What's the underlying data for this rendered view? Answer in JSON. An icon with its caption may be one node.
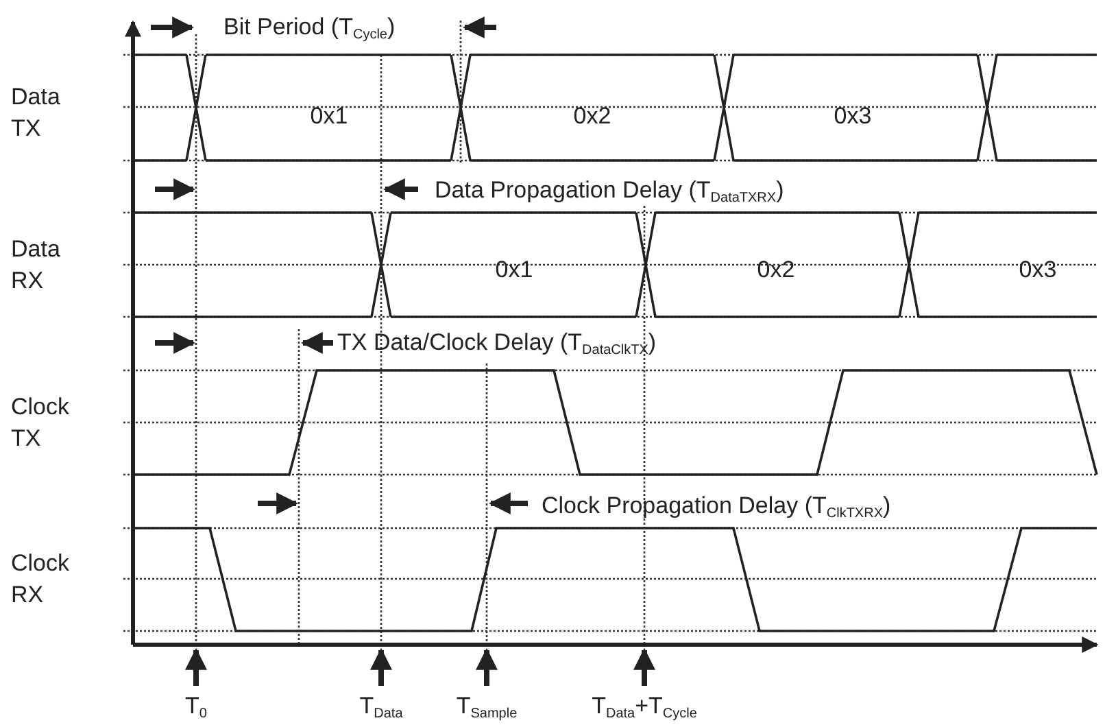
{
  "diagram": {
    "labels": [
      "Bit Period (T$_{Cycle}$)",
      "Data TX",
      "0x1",
      "0x2",
      "0x3",
      "Data Propagation Delay (T$_{DataTXRX}$)",
      "Data RX",
      "0x1",
      "0x2",
      "0x3",
      "TX Data/Clock Delay (T$_{DataClkTX}$)",
      "Clock TX",
      "Clock Propagation Delay (T$_{ClkTXRX}$)",
      "Clock RX",
      "T$_{0}$",
      "T$_{Data}$",
      "T$_{Sample}$",
      "T$_{Data}$+T$_{Cycle}$"
    ]
  }
}
